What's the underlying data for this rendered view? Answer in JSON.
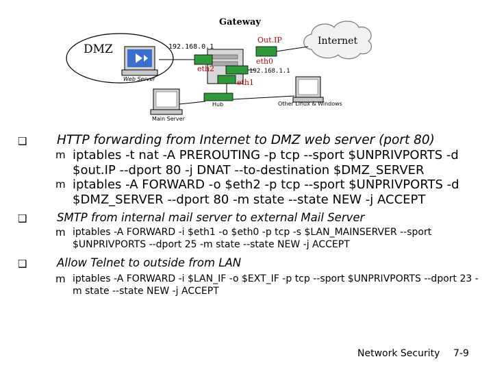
{
  "diagram": {
    "labels": {
      "gateway": "Gateway",
      "dmz": "DMZ",
      "dmz_ip": "192.168.0.1",
      "out_ip": "Out.IP",
      "internet": "Internet",
      "eth2": "eth2",
      "eth0": "eth0",
      "eth0_ip": "192.168.1.1",
      "eth1": "eth1",
      "web_server": "Web Server",
      "hub": "Hub",
      "mail_server": "Main Server",
      "other_hosts": "Other Linux & Windows"
    }
  },
  "bullets": [
    {
      "text": "HTTP forwarding from Internet to DMZ web server (port 80)",
      "subs": [
        "iptables -t nat -A PREROUTING -p tcp --sport $UNPRIVPORTS -d $out.IP --dport 80 -j DNAT --to-destination $DMZ_SERVER",
        "iptables -A FORWARD -o $eth2 -p tcp --sport $UNPRIVPORTS -d $DMZ_SERVER --dport 80 -m state --state NEW -j ACCEPT"
      ]
    },
    {
      "text": "SMTP from internal mail server to external Mail Server",
      "subs": [
        "iptables -A FORWARD -i $eth1 -o $eth0 -p tcp -s $LAN_MAINSERVER --sport $UNPRIVPORTS --dport 25 -m state --state NEW -j ACCEPT"
      ]
    },
    {
      "text": "Allow Telnet to outside from LAN",
      "subs": [
        "iptables -A FORWARD -i $LAN_IF -o $EXT_IF -p tcp --sport $UNPRIVPORTS --dport 23 -m state --state NEW -j ACCEPT"
      ]
    }
  ],
  "footer": {
    "course": "Network Security",
    "page": "7-9"
  },
  "colors": {
    "board_green": "#2e9a3a",
    "cloud": "#f2f2f2"
  }
}
